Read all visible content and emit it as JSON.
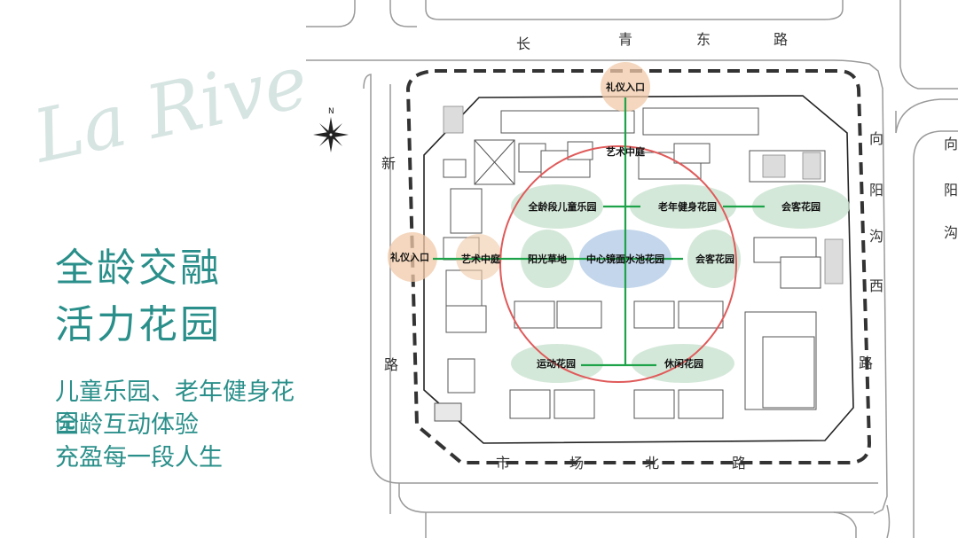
{
  "brand_script": "La Rive Gauche",
  "headline": {
    "line1": "全龄交融",
    "line2": "活力花园"
  },
  "subtext": {
    "line1": "儿童乐园、老年健身花园",
    "line2": "全龄互动体验",
    "line3": "充盈每一段人生"
  },
  "compass": {
    "label": "N",
    "icon": "compass-rose-icon"
  },
  "roads": {
    "north": [
      "长",
      "青",
      "东",
      "路"
    ],
    "west": [
      "新",
      "路"
    ],
    "east": [
      "向",
      "阳",
      "沟",
      "西",
      "路"
    ],
    "east_far": [
      "向",
      "阳",
      "沟"
    ],
    "south": [
      "市",
      "场",
      "北",
      "路"
    ]
  },
  "zones": {
    "ceremony_entrance_north": "礼仪入口",
    "art_courtyard_north": "艺术中庭",
    "children_playground": "全龄段儿童乐园",
    "elderly_fitness_garden": "老年健身花园",
    "reception_garden_east": "会客花园",
    "ceremony_entrance_west": "礼仪入口",
    "art_courtyard_west": "艺术中庭",
    "sunshine_lawn": "阳光草地",
    "central_mirror_pool_garden": "中心镜面水池花园",
    "reception_garden_center": "会客花园",
    "sports_garden": "运动花园",
    "leisure_garden": "休闲花园"
  },
  "colors": {
    "accent_teal": "#2a8f8a",
    "circle_red": "#e05a5a",
    "axis_green": "#1fa34a",
    "entrance_peach": "#f0c9a8",
    "garden_green": "#c9e2cf",
    "pool_blue": "#b9cfe8",
    "boundary_black": "#333333"
  }
}
